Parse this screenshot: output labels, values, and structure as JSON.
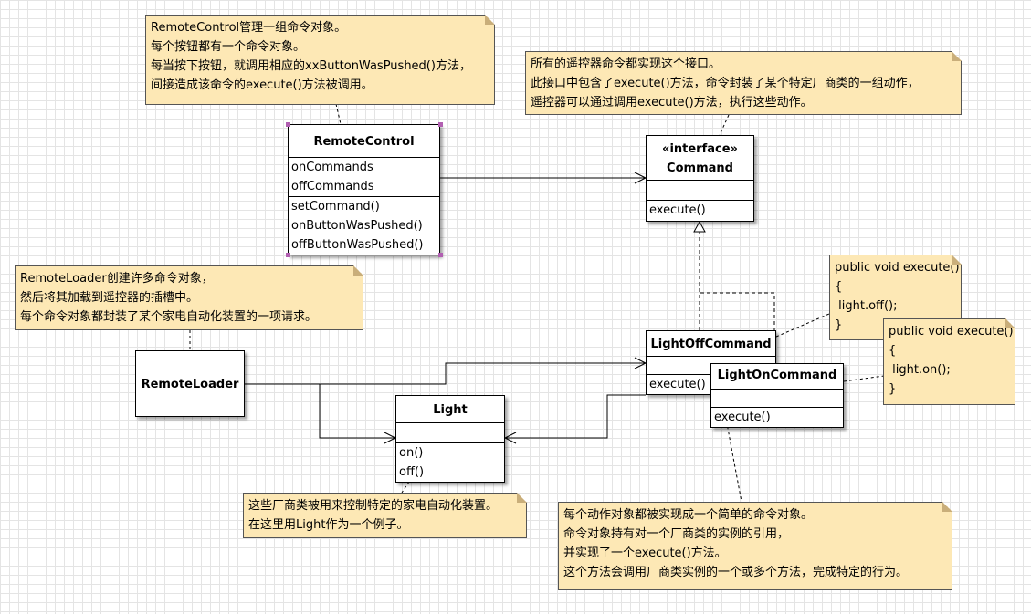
{
  "classes": {
    "remote_control": {
      "name": "RemoteControl",
      "attributes": [
        "onCommands",
        "offCommands"
      ],
      "methods": [
        "setCommand()",
        "onButtonWasPushed()",
        "offButtonWasPushed()"
      ]
    },
    "command": {
      "stereotype": "«interface»",
      "name": "Command",
      "methods": [
        "execute()"
      ]
    },
    "remote_loader": {
      "name": "RemoteLoader"
    },
    "light": {
      "name": "Light",
      "methods": [
        "on()",
        "off()"
      ]
    },
    "light_off_command": {
      "name": "LightOffCommand",
      "methods": [
        "execute()"
      ]
    },
    "light_on_command": {
      "name": "LightOnCommand",
      "methods": [
        "execute()"
      ]
    }
  },
  "notes": {
    "remote_control_note": [
      "RemoteControl管理一组命令对象。",
      "每个按钮都有一个命令对象。",
      "每当按下按钮，就调用相应的xxButtonWasPushed()方法，",
      "间接造成该命令的execute()方法被调用。"
    ],
    "command_note": [
      "所有的遥控器命令都实现这个接口。",
      "此接口中包含了execute()方法，命令封装了某个特定厂商类的一组动作，",
      "遥控器可以通过调用execute()方法，执行这些动作。"
    ],
    "remote_loader_note": [
      "RemoteLoader创建许多命令对象，",
      "然后将其加载到遥控器的插槽中。",
      "每个命令对象都封装了某个家电自动化装置的一项请求。"
    ],
    "light_off_code_note": [
      "public void execute()",
      "{",
      " light.off();",
      "}"
    ],
    "light_on_code_note": [
      "public void execute()",
      "{",
      " light.on();",
      "}"
    ],
    "light_note": [
      "这些厂商类被用来控制特定的家电自动化装置。",
      "在这里用Light作为一个例子。"
    ],
    "command_object_note": [
      "每个动作对象都被实现成一个简单的命令对象。",
      "命令对象持有对一个厂商类的实例的引用，",
      "并实现了一个execute()方法。",
      "这个方法会调用厂商类实例的一个或多个方法，完成特定的行为。"
    ]
  }
}
